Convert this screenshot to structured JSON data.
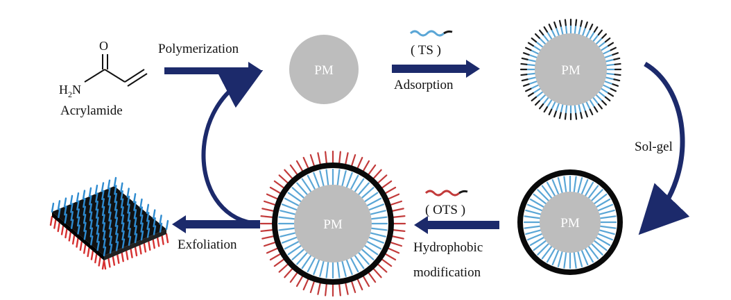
{
  "molecule": {
    "atom_o": "O",
    "atom_h2n_h": "H",
    "atom_h2n_sub": "2",
    "atom_h2n_n": "N",
    "name": "Acrylamide"
  },
  "steps": {
    "polymerization": "Polymerization",
    "ts_reagent": "( TS )",
    "adsorption": "Adsorption",
    "sol_gel": "Sol-gel",
    "ots_reagent": "( OTS )",
    "hydrophobic_line1": "Hydrophobic",
    "hydrophobic_line2": "modification",
    "exfoliation": "Exfoliation"
  },
  "particles": {
    "pm_label": "PM"
  },
  "colors": {
    "arrow": "#1c2a6b",
    "particle": "#bdbdbd",
    "shell": "#0a0a0a",
    "ts_chain": "#5aa6d6",
    "ts_tip": "#1a1a1a",
    "ots_chain": "#c23a3a",
    "sheet_top": "#2e8bd0",
    "sheet_bottom": "#d63030"
  }
}
